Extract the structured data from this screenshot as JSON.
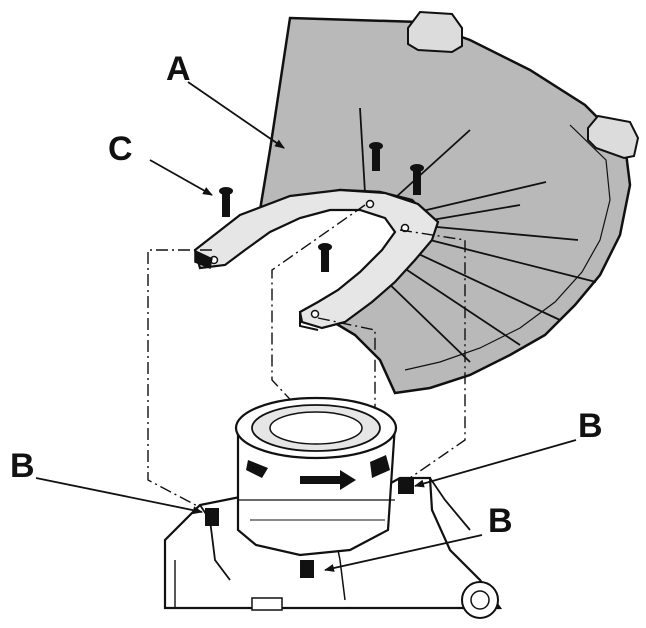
{
  "diagram": {
    "callouts": {
      "a": "A",
      "b_left": "B",
      "b_right": "B",
      "b_bottom": "B",
      "c": "C"
    },
    "colors": {
      "line": "#111111",
      "guard_fill": "#b9b9b9",
      "light_fill": "#e6e6e6",
      "paper": "#ffffff"
    }
  }
}
